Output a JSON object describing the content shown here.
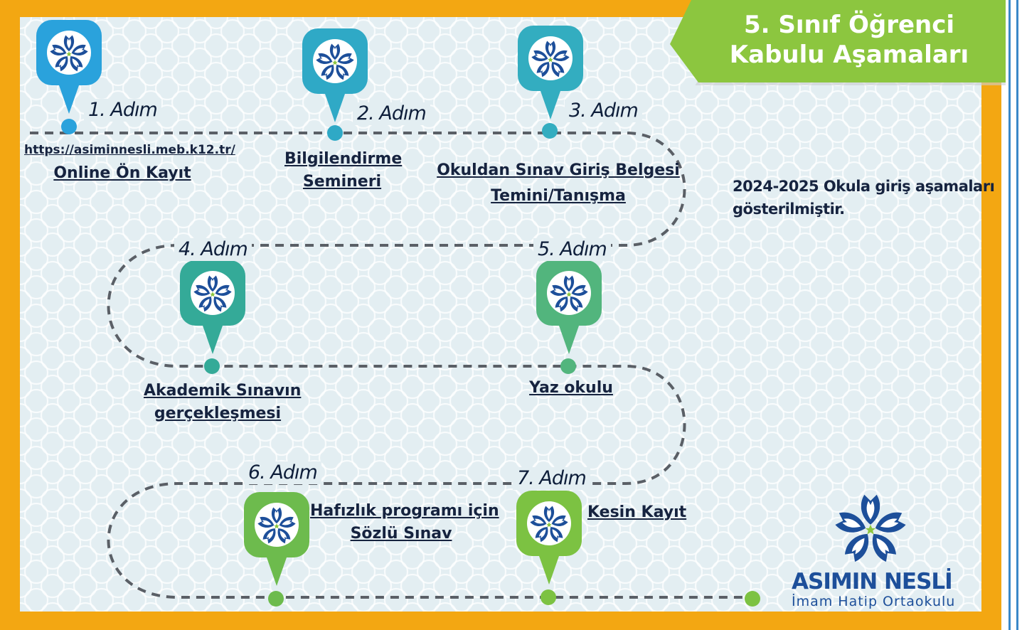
{
  "banner": {
    "line1": "5. Sınıf Öğrenci",
    "line2": "Kabulu Aşamaları"
  },
  "steps": [
    {
      "label": "1. Adım",
      "caption": [
        "https://asiminnesli.meb.k12.tr/",
        "Online Ön Kayıt"
      ],
      "color": "#2aa2dc"
    },
    {
      "label": "2. Adım",
      "caption": [
        "Bilgilendirme",
        "Semineri"
      ],
      "color": "#2fa9c6"
    },
    {
      "label": "3. Adım",
      "caption": [
        "Okuldan Sınav Giriş Belgesi",
        "Temini/Tanışma"
      ],
      "color": "#33adc0"
    },
    {
      "label": "4. Adım",
      "caption": [
        "Akademik Sınavın",
        "gerçekleşmesi"
      ],
      "color": "#34aa98"
    },
    {
      "label": "5. Adım",
      "caption": [
        "Yaz okulu"
      ],
      "color": "#52b57d"
    },
    {
      "label": "6. Adım",
      "caption": [
        "Hafızlık programı için",
        "Sözlü Sınav"
      ],
      "color": "#6dbb4d"
    },
    {
      "label": "7. Adım",
      "caption": [
        "Kesin Kayıt"
      ],
      "color": "#7cc242"
    }
  ],
  "info": {
    "line1": "2024-2025 Okula giriş aşamaları",
    "line2": "gösterilmiştir."
  },
  "logo": {
    "name": "ASIMIN NESLİ",
    "subtitle": "İmam Hatip Ortaokulu",
    "icon": "asimin-nesli-flower-logo"
  },
  "colors": {
    "frame": "#f3a712",
    "banner": "#8cc63f",
    "path": "#5a5f66",
    "text": "#16233f",
    "logo": "#1d4f9a"
  }
}
